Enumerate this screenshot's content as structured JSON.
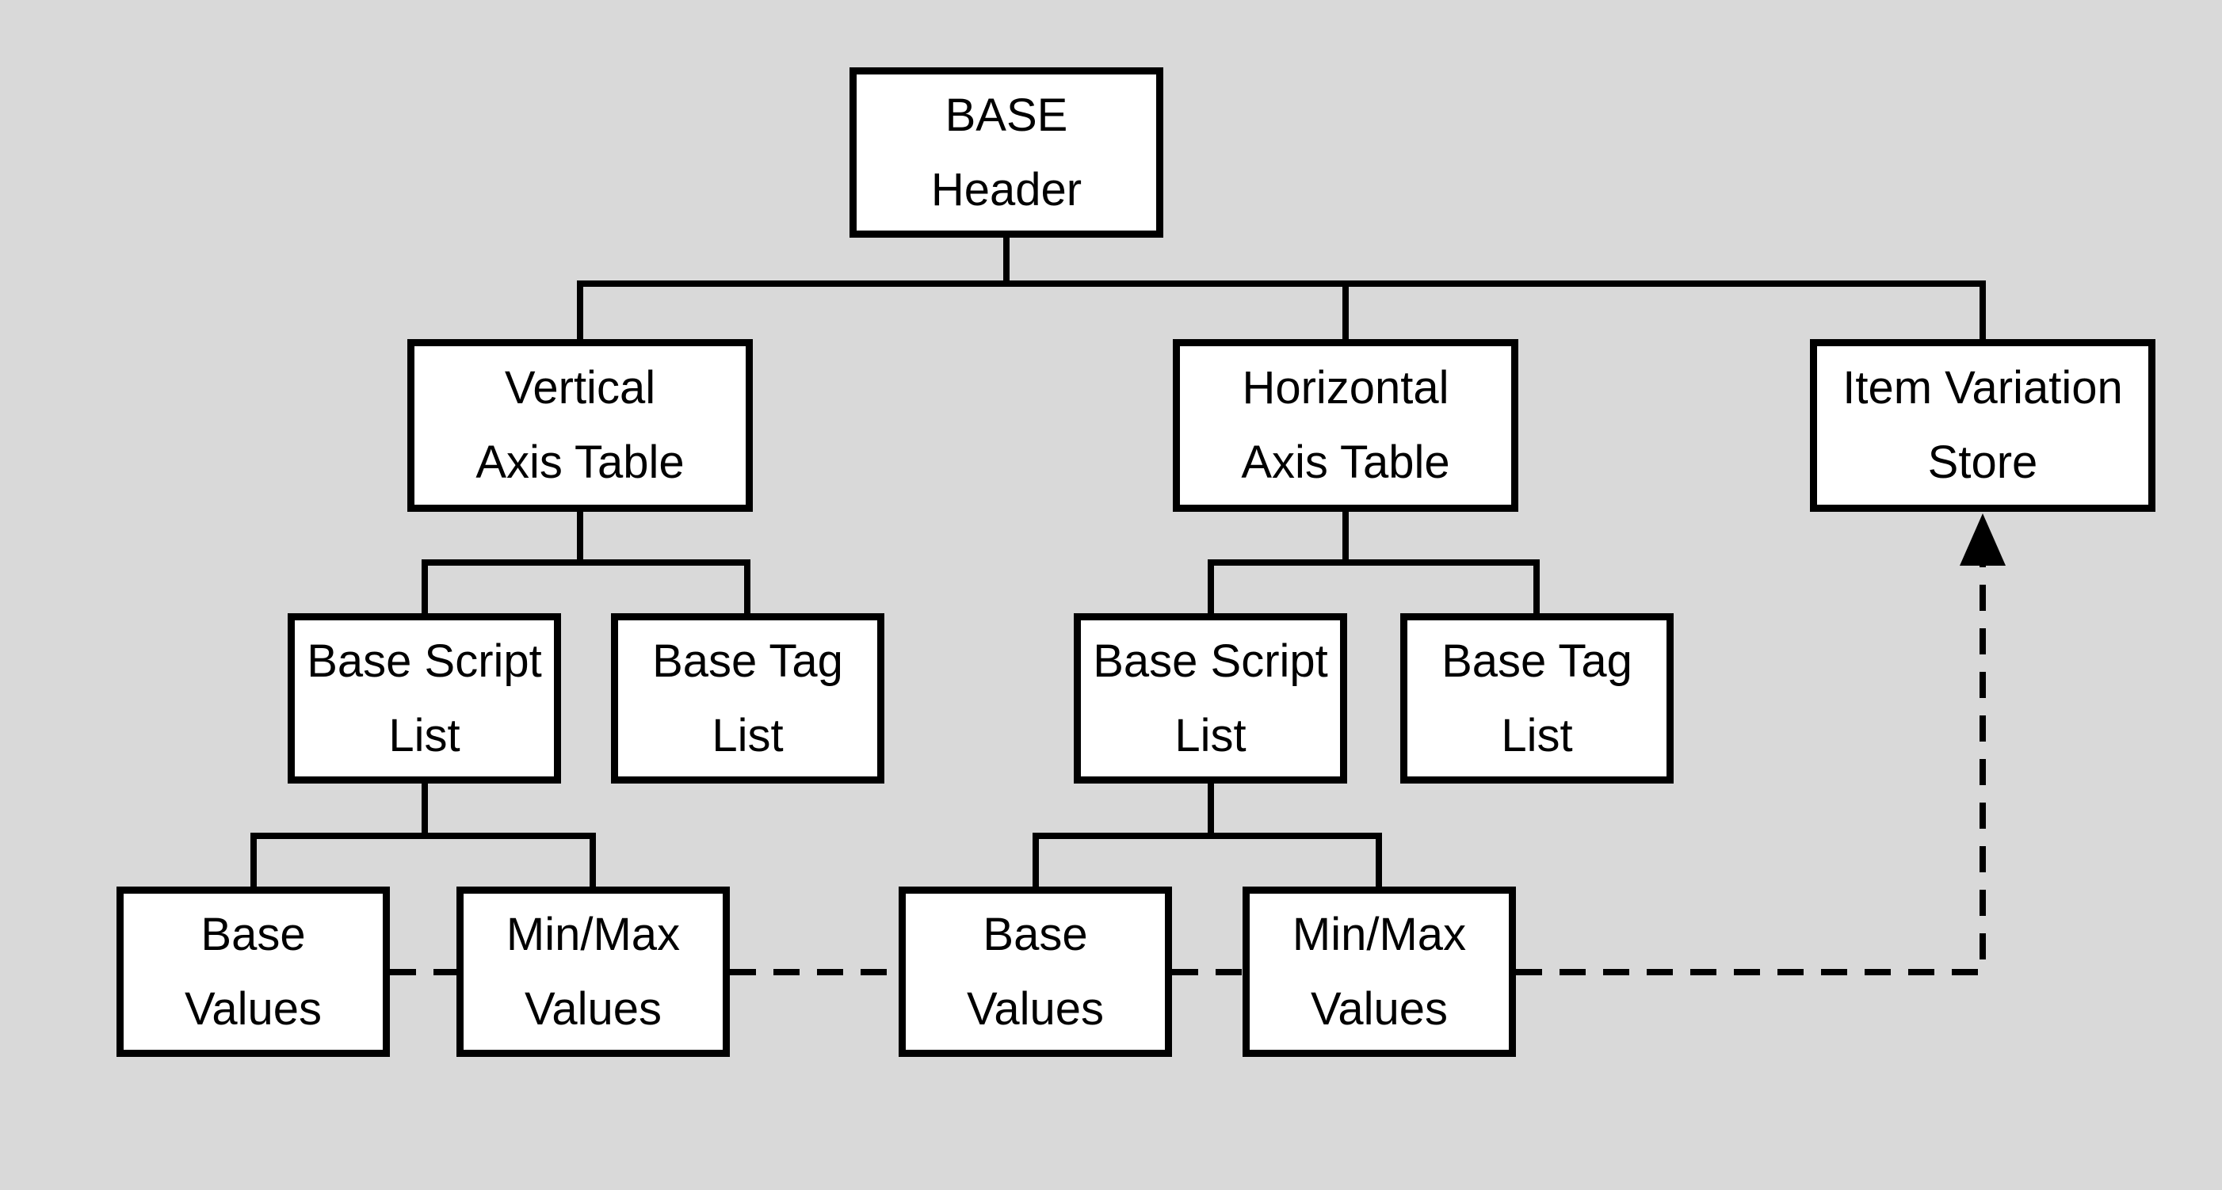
{
  "canvas": {
    "background": "#d9d9d9"
  },
  "styles": {
    "box_fill": "#ffffff",
    "box_border": "#000000",
    "text_color": "#000000",
    "line_color": "#000000"
  },
  "diagram": {
    "type": "hierarchy-tree",
    "nodes": [
      {
        "id": "base-header",
        "line1": "BASE",
        "line2": "Header"
      },
      {
        "id": "vertical-axis-table",
        "line1": "Vertical",
        "line2": "Axis Table"
      },
      {
        "id": "horizontal-axis-table",
        "line1": "Horizontal",
        "line2": "Axis Table"
      },
      {
        "id": "item-variation-store",
        "line1": "Item Variation",
        "line2": "Store"
      },
      {
        "id": "base-script-list-left",
        "line1": "Base Script",
        "line2": "List"
      },
      {
        "id": "base-tag-list-left",
        "line1": "Base Tag",
        "line2": "List"
      },
      {
        "id": "base-script-list-right",
        "line1": "Base Script",
        "line2": "List"
      },
      {
        "id": "base-tag-list-right",
        "line1": "Base Tag",
        "line2": "List"
      },
      {
        "id": "base-values-left",
        "line1": "Base",
        "line2": "Values"
      },
      {
        "id": "minmax-values-left",
        "line1": "Min/Max",
        "line2": "Values"
      },
      {
        "id": "base-values-right",
        "line1": "Base",
        "line2": "Values"
      },
      {
        "id": "minmax-values-right",
        "line1": "Min/Max",
        "line2": "Values"
      }
    ],
    "solid_edges": [
      {
        "from": "base-header",
        "to": "vertical-axis-table"
      },
      {
        "from": "base-header",
        "to": "horizontal-axis-table"
      },
      {
        "from": "base-header",
        "to": "item-variation-store"
      },
      {
        "from": "vertical-axis-table",
        "to": "base-script-list-left"
      },
      {
        "from": "vertical-axis-table",
        "to": "base-tag-list-left"
      },
      {
        "from": "horizontal-axis-table",
        "to": "base-script-list-right"
      },
      {
        "from": "horizontal-axis-table",
        "to": "base-tag-list-right"
      },
      {
        "from": "base-script-list-left",
        "to": "base-values-left"
      },
      {
        "from": "base-script-list-left",
        "to": "minmax-values-left"
      },
      {
        "from": "base-script-list-right",
        "to": "base-values-right"
      },
      {
        "from": "base-script-list-right",
        "to": "minmax-values-right"
      }
    ],
    "dashed_edges": [
      {
        "from": "base-values-left",
        "to": "minmax-values-left"
      },
      {
        "from": "minmax-values-left",
        "to": "base-values-right"
      },
      {
        "from": "base-values-right",
        "to": "minmax-values-right"
      },
      {
        "from": "minmax-values-right",
        "to": "item-variation-store",
        "arrow": "up-into-target"
      }
    ]
  }
}
